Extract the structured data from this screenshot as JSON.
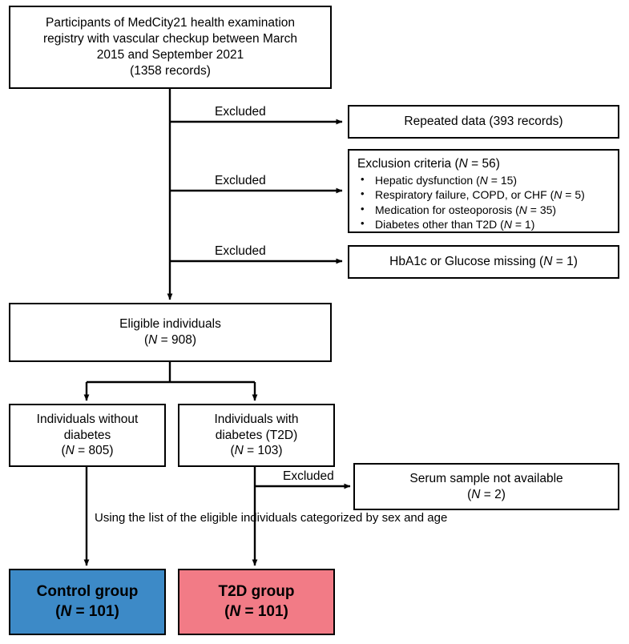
{
  "figure": {
    "type": "flowchart",
    "title": "Participant selection flow diagram",
    "colors": {
      "control_fill": "#3d8ac7",
      "t2d_fill": "#f27b86",
      "stroke": "#000000",
      "background": "#ffffff"
    }
  },
  "nodes": {
    "source": {
      "line1": "Participants of MedCity21 health examination",
      "line2": "registry with vascular checkup between  March",
      "line3": "2015 and September 2021",
      "line4": "(1358 records)"
    },
    "repeated_data": {
      "line1": "Repeated data (393 records)"
    },
    "exclusion_criteria": {
      "title_pre": "Exclusion criteria (",
      "title_n": "N",
      "title_post": " = 56)",
      "items": [
        {
          "pre": "Hepatic dysfunction (",
          "n": "N",
          "post": " = 15)"
        },
        {
          "pre": "Respiratory failure, COPD, or CHF (",
          "n": "N",
          "post": " = 5)"
        },
        {
          "pre": "Medication for osteoporosis (",
          "n": "N",
          "post": " = 35)"
        },
        {
          "pre": "Diabetes other than T2D (",
          "n": "N",
          "post": " = 1)"
        }
      ],
      "bullet": "•"
    },
    "missing_labs": {
      "pre": "HbA1c or Glucose missing (",
      "n": "N",
      "post": " = 1)"
    },
    "eligible": {
      "line1": "Eligible individuals",
      "n": "N",
      "line2_pre": "(",
      "line2_post": " = 908)"
    },
    "without_diabetes": {
      "line1": "Individuals without",
      "line2": "diabetes",
      "n": "N",
      "line3_pre": "(",
      "line3_post": " = 805)"
    },
    "with_diabetes": {
      "line1": "Individuals with",
      "line2": "diabetes (T2D)",
      "n": "N",
      "line3_pre": "(",
      "line3_post": " = 103)"
    },
    "serum_unavailable": {
      "line1": "Serum sample not available",
      "n": "N",
      "line2_pre": "(",
      "line2_post": " = 2)"
    },
    "control_group": {
      "line1": "Control group",
      "n": "N",
      "line2_pre": "(",
      "line2_post": " = 101)"
    },
    "t2d_group": {
      "line1": "T2D group",
      "n": "N",
      "line2_pre": "(",
      "line2_post": " = 101)"
    }
  },
  "edge_labels": {
    "excluded_1": "Excluded",
    "excluded_2": "Excluded",
    "excluded_3": "Excluded",
    "excluded_4": "Excluded"
  },
  "annotations": {
    "matching_note": {
      "line1": "Using the list of the eligible",
      "line2": "individuals categorized by",
      "line3": "sex and age"
    }
  }
}
